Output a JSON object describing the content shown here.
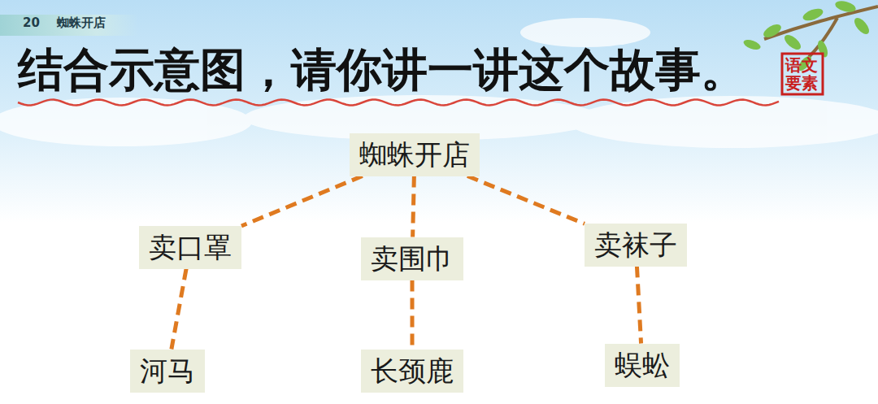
{
  "diagram": {
    "title": "结合示意图，请你讲一讲这个故事。",
    "nodes": [
      {
        "text": [
          "蜘蛛开店"
        ]
      },
      {
        "text": [
          "卖口罩"
        ]
      },
      {
        "text": [
          "卖围巾"
        ]
      },
      {
        "text": [
          "卖袜子"
        ]
      },
      {
        "text": [
          "河马"
        ]
      },
      {
        "text": [
          "长颈鹿"
        ]
      },
      {
        "text": [
          "蜈蚣"
        ]
      }
    ],
    "edges": [
      {
        "from": 0,
        "to": 1,
        "arrow": "none"
      },
      {
        "from": 0,
        "to": 2,
        "arrow": "none"
      },
      {
        "from": 0,
        "to": 3,
        "arrow": "none"
      },
      {
        "from": 1,
        "to": 4,
        "arrow": "none"
      },
      {
        "from": 2,
        "to": 5,
        "arrow": "none"
      },
      {
        "from": 3,
        "to": 6,
        "arrow": "none"
      }
    ],
    "labels": [
      "20",
      "蜘蛛开店",
      "语文要素"
    ]
  }
}
